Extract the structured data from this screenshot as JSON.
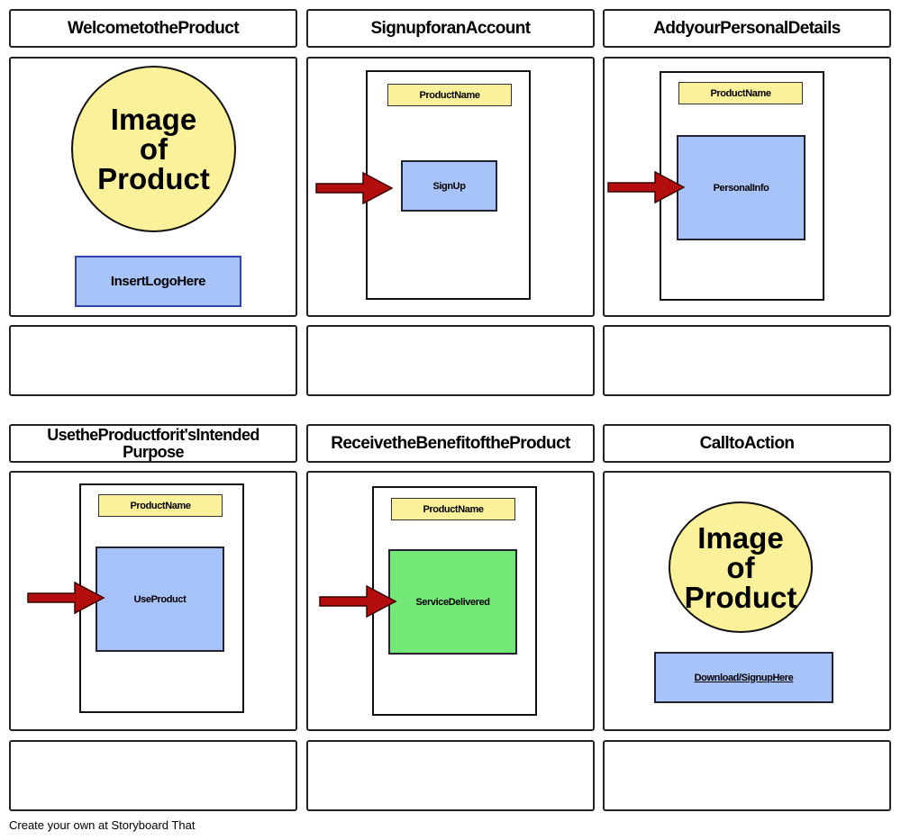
{
  "panels": [
    {
      "title": "WelcometotheProduct",
      "image_text": "Image\nof\nProduct",
      "logo_label": "InsertLogoHere"
    },
    {
      "title": "SignupforanAccount",
      "product_name": "ProductName",
      "screen_label": "SignUp"
    },
    {
      "title": "AddyourPersonalDetails",
      "product_name": "ProductName",
      "screen_label": "PersonalInfo"
    },
    {
      "title": "UsetheProductforit'sIntended Purpose",
      "product_name": "ProductName",
      "screen_label": "UseProduct"
    },
    {
      "title": "ReceivetheBenefitoftheProduct",
      "product_name": "ProductName",
      "screen_label": "ServiceDelivered"
    },
    {
      "title": "CalltoAction",
      "image_text": "Image\nof\nProduct",
      "link_label": "Download/SignupHere"
    }
  ],
  "footer": "Create your own at Storyboard That",
  "colors": {
    "yellow": "#fbf19b",
    "blue": "#a8c3fa",
    "green": "#74e877",
    "arrow": "#b40d0d"
  }
}
